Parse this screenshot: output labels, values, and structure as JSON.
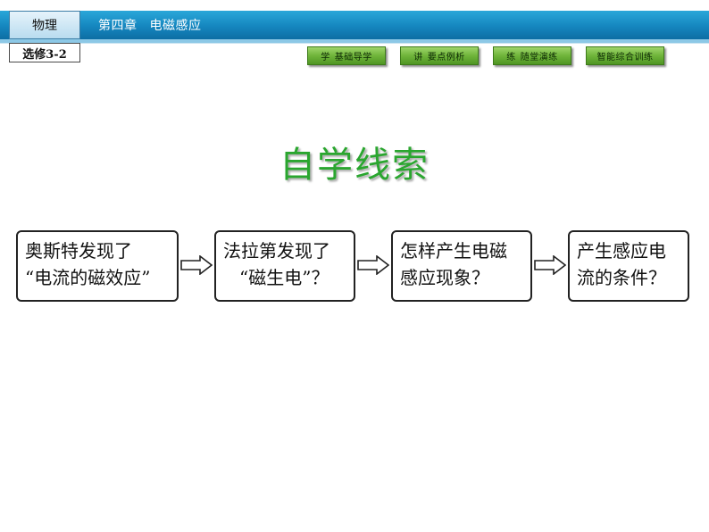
{
  "header": {
    "subject": "物理",
    "chapter_number": "第四章",
    "chapter_title": "电磁感应",
    "module": "选修3-2"
  },
  "nav": [
    {
      "key": "学",
      "label": "基础导学"
    },
    {
      "key": "讲",
      "label": "要点例析"
    },
    {
      "key": "练",
      "label": "随堂演练"
    },
    {
      "key": "",
      "label": "智能综合训练"
    }
  ],
  "title": "自学线索",
  "flow": [
    {
      "line1": "奥斯特发现了",
      "line2": "“电流的磁效应”"
    },
    {
      "line1": "法拉第发现了",
      "line2": "“磁生电”？"
    },
    {
      "line1": "怎样产生电磁",
      "line2": "感应现象？"
    },
    {
      "line1": "产生感应电",
      "line2": "流的条件？"
    }
  ],
  "colors": {
    "header": "#1586bf",
    "nav_button": "#6fb43a",
    "title": "#2aa62f"
  }
}
